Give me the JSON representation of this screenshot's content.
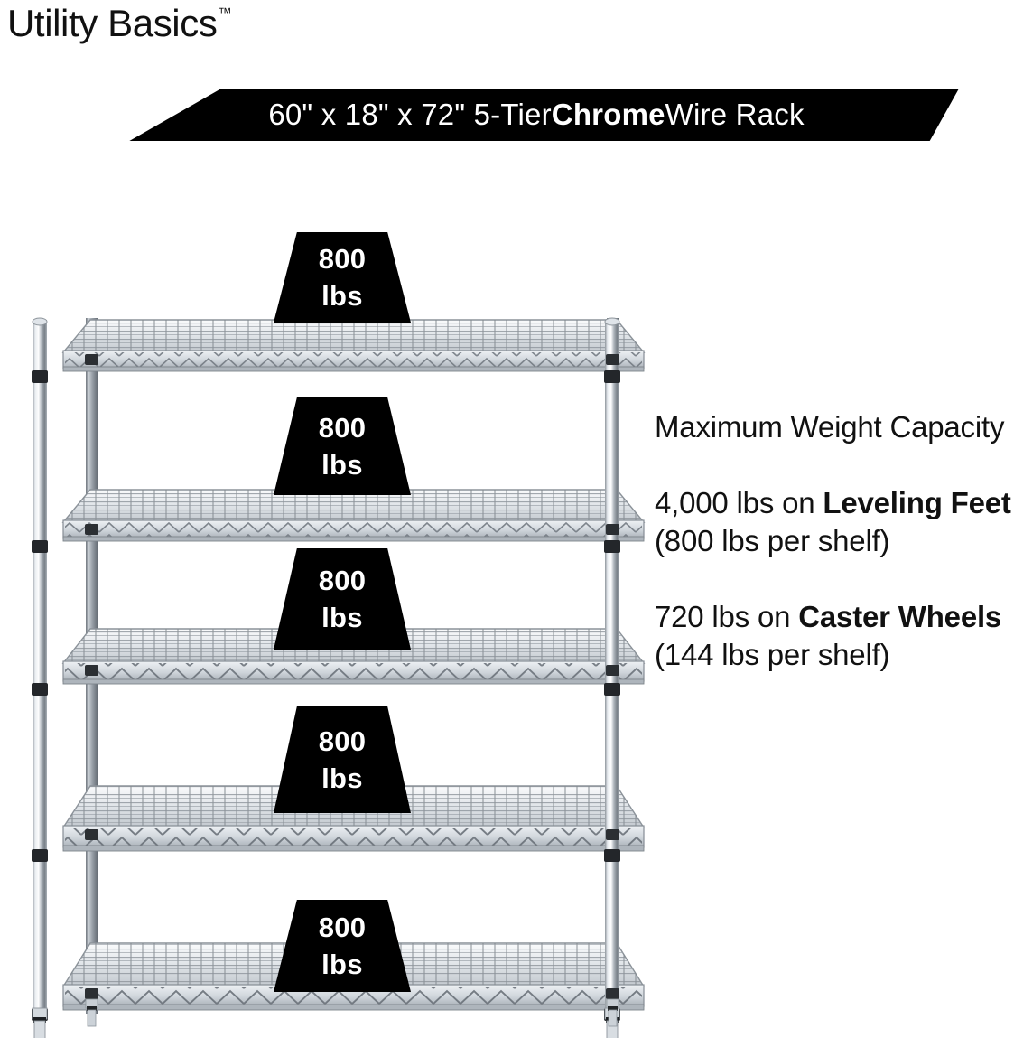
{
  "brand": {
    "name": "Utility Basics",
    "trademark": "™"
  },
  "banner": {
    "prefix": "60\" x 18\" x 72\" 5-Tier ",
    "emphasis": "Chrome",
    "suffix": " Wire Rack",
    "background": "#000000",
    "text_color": "#ffffff"
  },
  "product": {
    "width_in": "60\"",
    "depth_in": "18\"",
    "height_in": "72\"",
    "tiers": "5-Tier",
    "finish": "Chrome",
    "type": "Wire Rack",
    "shelf_count": 5
  },
  "badges": [
    {
      "amount": "800",
      "unit": "lbs"
    },
    {
      "amount": "800",
      "unit": "lbs"
    },
    {
      "amount": "800",
      "unit": "lbs"
    },
    {
      "amount": "800",
      "unit": "lbs"
    },
    {
      "amount": "800",
      "unit": "lbs"
    }
  ],
  "capacity": {
    "heading": "Maximum Weight Capacity",
    "leveling": {
      "total": "4,000 lbs on ",
      "emphasis": "Leveling Feet",
      "detail": " (800 lbs per shelf)"
    },
    "caster": {
      "total": "720 lbs on ",
      "emphasis": "Caster Wheels",
      "detail": " (144 lbs per shelf)"
    }
  },
  "colors": {
    "background": "#ffffff",
    "ink": "#111111",
    "badge_fill": "#000000",
    "chrome_light": "#f2f4f6",
    "chrome_mid": "#b9bfc6",
    "chrome_dark": "#6f767e",
    "collar": "#1e2124"
  }
}
